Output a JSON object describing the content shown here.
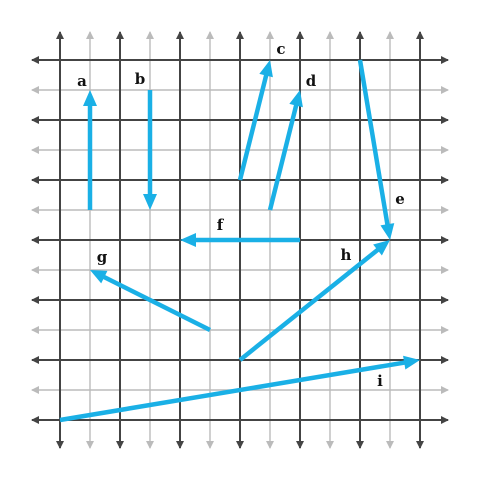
{
  "colors": {
    "major_grid": "#444444",
    "minor_grid": "#bbbbbb",
    "vector": "#1ab0e6",
    "label": "#111111"
  },
  "grid": {
    "x_range": [
      -6,
      6
    ],
    "y_range": [
      -6,
      6
    ],
    "major_step": 2,
    "minor_step": 1,
    "axis_arrows": true
  },
  "vectors": [
    {
      "label": "a",
      "from": [
        -5,
        1
      ],
      "to": [
        -5,
        5
      ]
    },
    {
      "label": "b",
      "from": [
        -3,
        5
      ],
      "to": [
        -3,
        1
      ]
    },
    {
      "label": "c",
      "from": [
        0,
        2
      ],
      "to": [
        1,
        6
      ]
    },
    {
      "label": "d",
      "from": [
        1,
        1
      ],
      "to": [
        2,
        5
      ]
    },
    {
      "label": "e",
      "from": [
        4,
        6
      ],
      "to": [
        5,
        0
      ]
    },
    {
      "label": "f",
      "from": [
        2,
        0
      ],
      "to": [
        -2,
        0
      ]
    },
    {
      "label": "g",
      "from": [
        -1,
        -3
      ],
      "to": [
        -5,
        -1
      ]
    },
    {
      "label": "h",
      "from": [
        0,
        -4
      ],
      "to": [
        5,
        0
      ]
    },
    {
      "label": "i",
      "from": [
        -6,
        -6
      ],
      "to": [
        6,
        -4
      ]
    }
  ]
}
